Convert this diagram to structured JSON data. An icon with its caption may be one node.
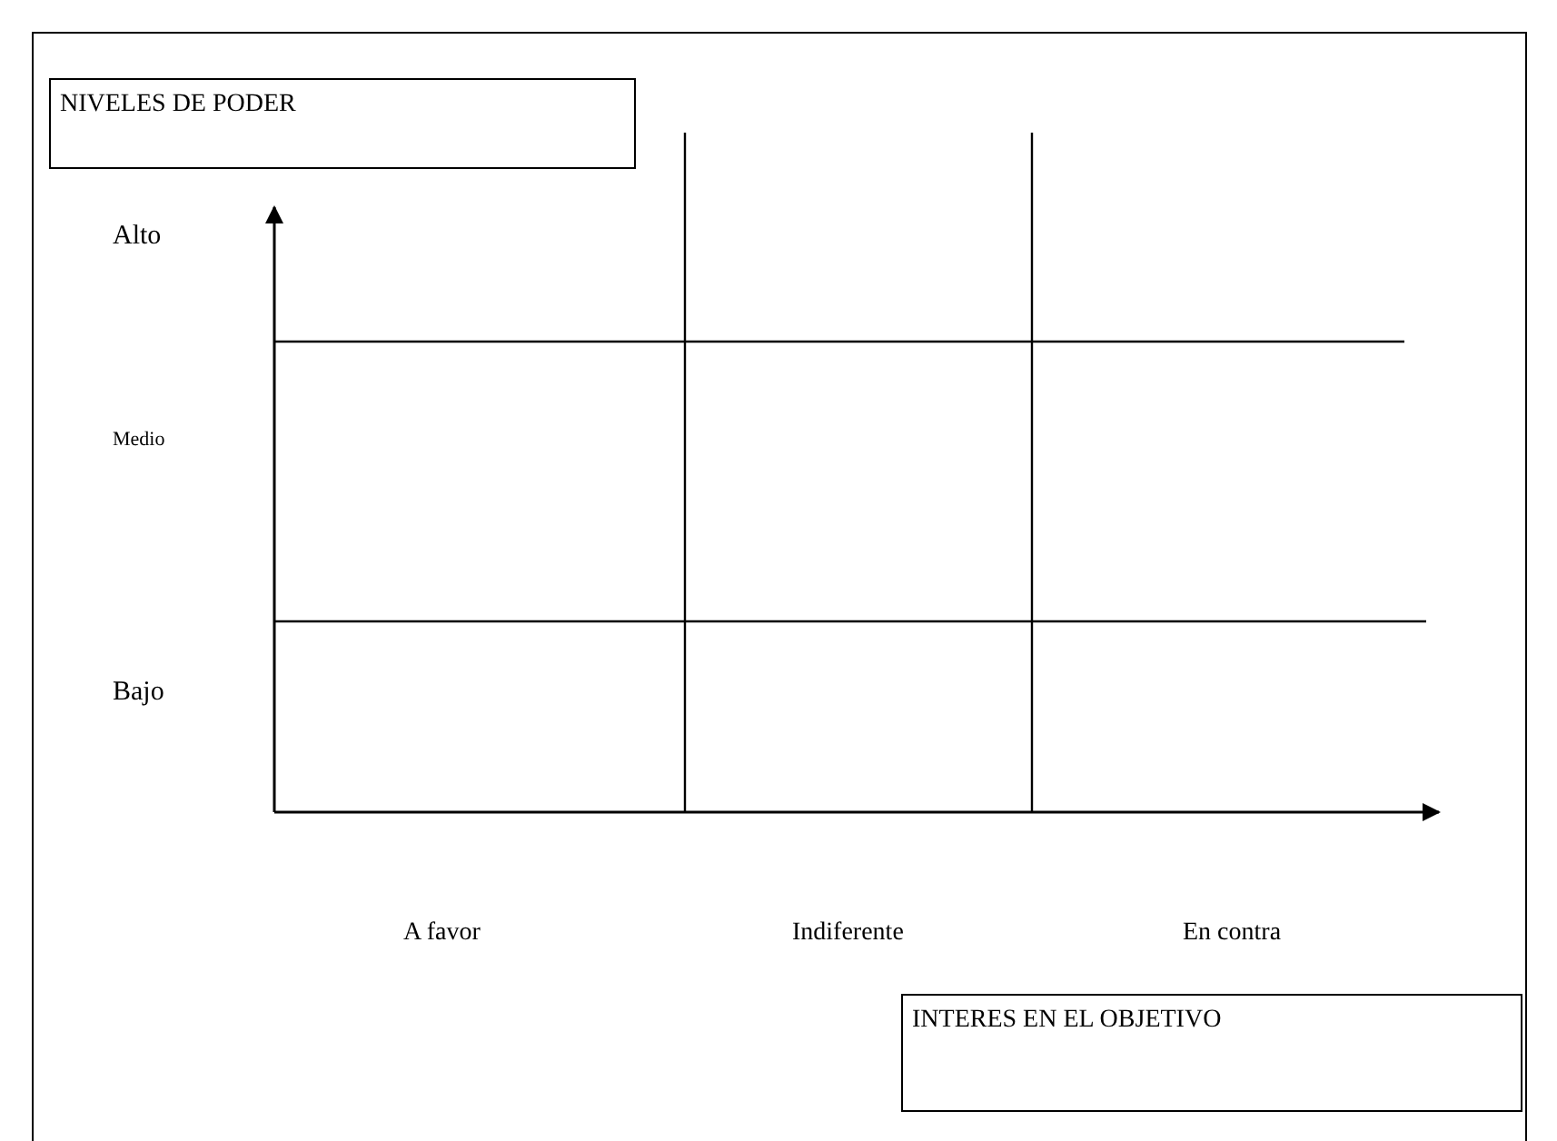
{
  "diagram": {
    "nodes": [
      {
        "text": [
          "NIVELES DE PODER"
        ]
      },
      {
        "text": [
          "INTERES EN EL OBJETIVO"
        ]
      }
    ],
    "labels": [
      "Alto",
      "Medio",
      "Bajo",
      "A favor",
      "Indiferente",
      "En contra"
    ]
  }
}
